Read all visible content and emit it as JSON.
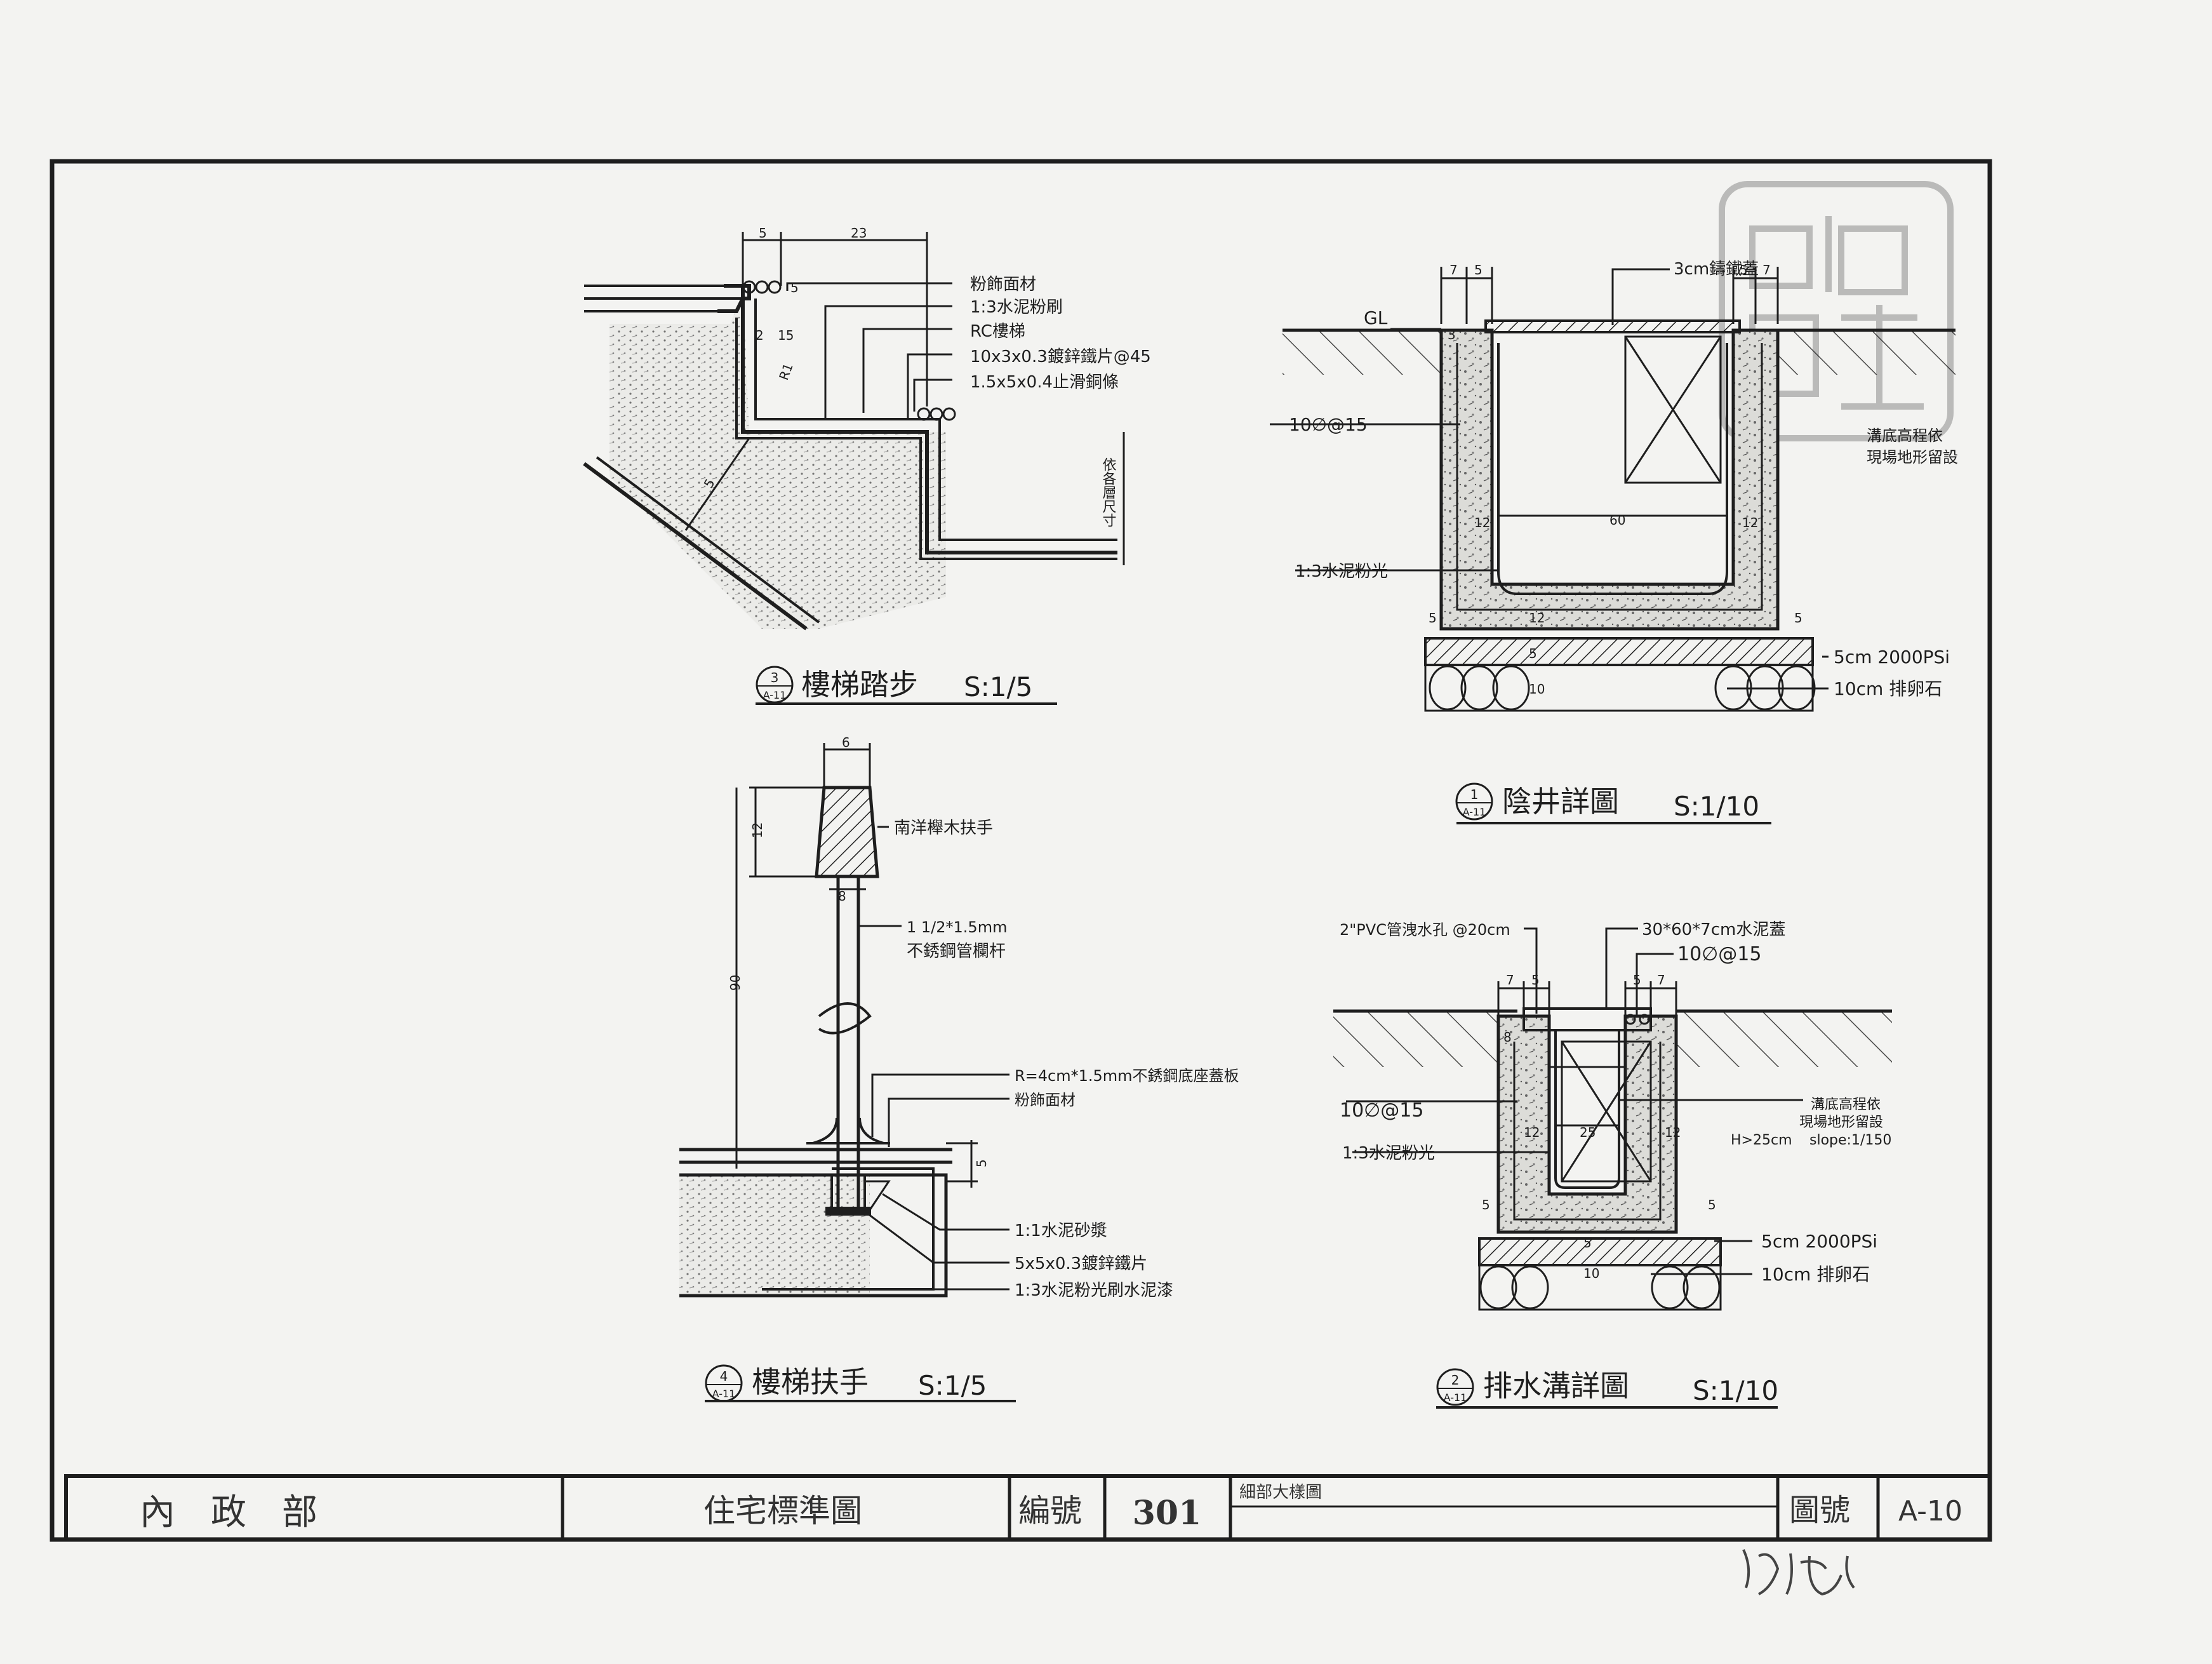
{
  "stair_step": {
    "title": "樓梯踏步",
    "scale": "S:1/5",
    "ref_num": "3",
    "ref_sheet": "A-11",
    "dims": [
      "5",
      "23",
      "5",
      "2",
      "15",
      "R1",
      "5"
    ],
    "labels": [
      "粉飾面材",
      "1:3水泥粉刷",
      "RC樓梯",
      "10x3x0.3鍍鋅鐵片@45",
      "1.5x5x0.4止滑銅條"
    ],
    "side_label": "依各層尺寸"
  },
  "handrail": {
    "title": "樓梯扶手",
    "scale": "S:1/5",
    "ref_num": "4",
    "ref_sheet": "A-11",
    "dims": [
      "6",
      "12",
      "8",
      "90",
      "5"
    ],
    "labels": [
      "南洋櫸木扶手",
      "1 1/2*1.5mm",
      "不銹鋼管欄杆",
      "R=4cm*1.5mm不銹鋼底座蓋板",
      "粉飾面材",
      "1:1水泥砂漿",
      "5x5x0.3鍍鋅鐵片",
      "1:3水泥粉光刷水泥漆"
    ]
  },
  "manhole": {
    "title": "陰井詳圖",
    "scale": "S:1/10",
    "ref_num": "1",
    "ref_sheet": "A-11",
    "dims": [
      "7",
      "5",
      "5",
      "7",
      "3",
      "60",
      "12",
      "12",
      "5",
      "5",
      "12",
      "5",
      "10"
    ],
    "labels": [
      "3cm鑄鐵蓋",
      "GL",
      "10∅@15",
      "1:3水泥粉光",
      "溝底高程依",
      "現場地形留設",
      "5cm  2000PSi",
      "10cm   排卵石"
    ]
  },
  "drain": {
    "title": "排水溝詳圖",
    "scale": "S:1/10",
    "ref_num": "2",
    "ref_sheet": "A-11",
    "dims": [
      "7",
      "5",
      "5",
      "7",
      "8",
      "12",
      "25",
      "12",
      "5",
      "5",
      "5",
      "10"
    ],
    "labels": [
      "2\"PVC管洩水孔 @20cm",
      "30*60*7cm水泥蓋",
      "10∅@15",
      "10∅@15",
      "溝底高程依",
      "現場地形留設",
      "H>25cm",
      "slope:1/150",
      "1:3水泥粉光",
      "5cm  2000PSi",
      "10cm   排卵石"
    ]
  },
  "title_block": {
    "org": "內　政　部",
    "project": "住宅標準圖",
    "code_label": "編號",
    "code_value": "301",
    "drawing_name": "細部大樣圖",
    "sheet_label": "圖號",
    "sheet_value": "A-10"
  },
  "colors": {
    "ink": "#1e1e1e",
    "paper": "#f3f3f1",
    "stamp": "#9a9a9a"
  }
}
